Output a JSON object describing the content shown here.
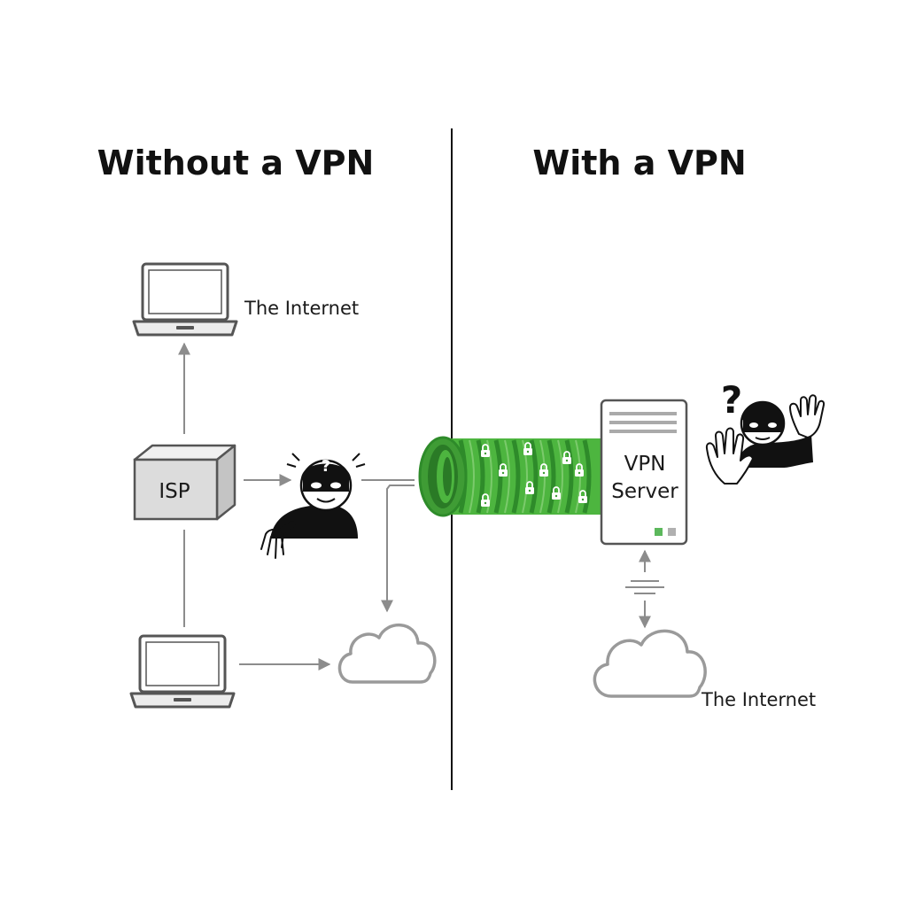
{
  "left_panel": {
    "heading": "Without a VPN",
    "internet_label": "The Internet",
    "isp_label": "ISP",
    "hacker_mark": "?"
  },
  "right_panel": {
    "heading": "With a VPN",
    "server_label_line1": "VPN",
    "server_label_line2": "Server",
    "internet_label": "The Internet",
    "hacker_mark": "?"
  },
  "colors": {
    "tunnel_green": "#4db53f",
    "tunnel_dark": "#2e8b2a",
    "line_gray": "#8c8c8c",
    "device_gray": "#555555",
    "isp_fill": "#dcdcdc",
    "status_led_green": "#5cb85c",
    "status_led_gray": "#b0b0b0"
  },
  "icons": [
    "laptop-icon",
    "isp-box-icon",
    "hacker-icon",
    "cloud-icon",
    "vpn-tunnel",
    "vpn-server-icon",
    "lock-icon",
    "stop-hand-icon"
  ]
}
